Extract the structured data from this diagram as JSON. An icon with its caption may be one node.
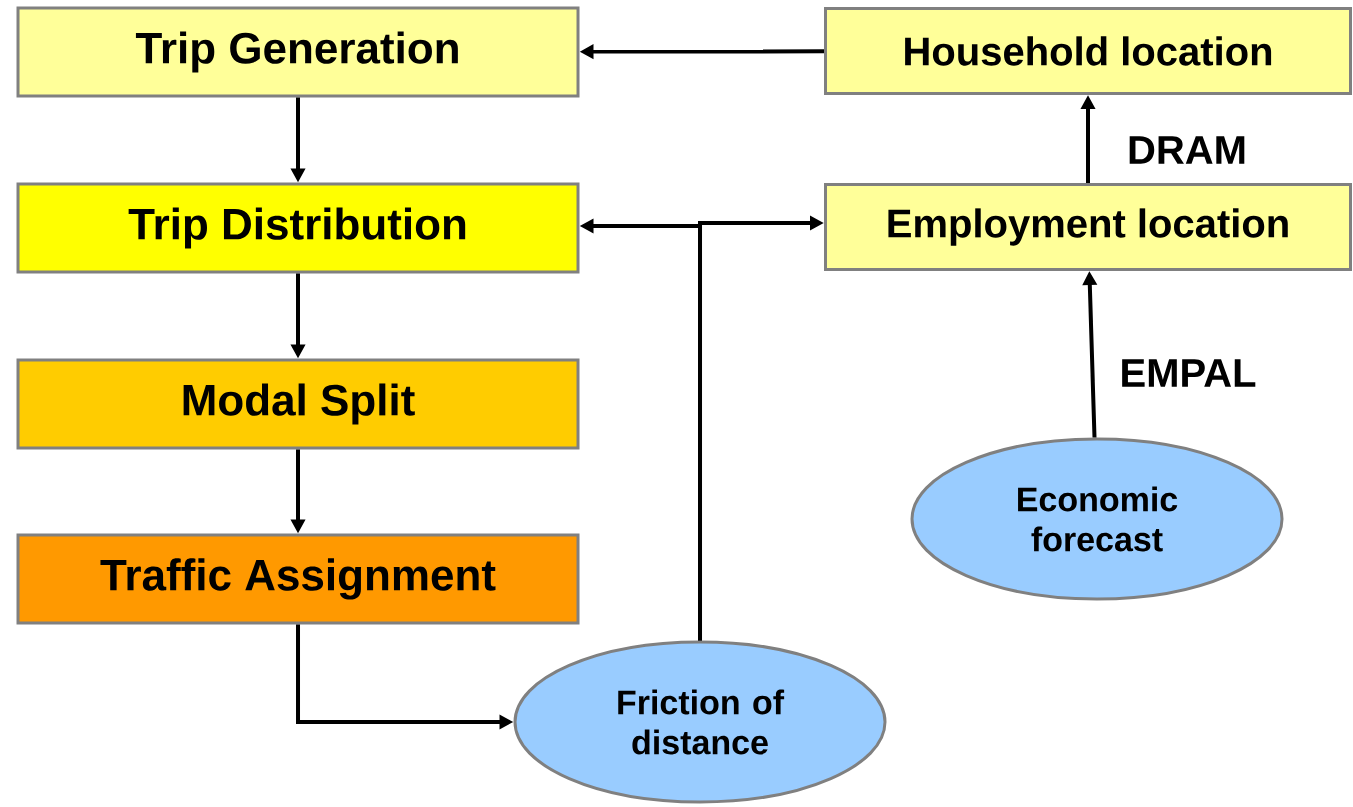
{
  "diagram": {
    "nodes": [
      {
        "text": [
          "Trip Generation"
        ]
      },
      {
        "text": [
          "Trip Distribution"
        ]
      },
      {
        "text": [
          "Modal Split"
        ]
      },
      {
        "text": [
          "Traffic Assignment"
        ]
      },
      {
        "text": [
          "Household location"
        ]
      },
      {
        "text": [
          "Employment location"
        ]
      },
      {
        "text": [
          "Economic forecast"
        ]
      },
      {
        "text": [
          "Friction of distance"
        ]
      }
    ],
    "edges": [
      {
        "from": 0,
        "to": 1,
        "arrow": "to"
      },
      {
        "from": 1,
        "to": 2,
        "arrow": "to"
      },
      {
        "from": 2,
        "to": 3,
        "arrow": "to"
      },
      {
        "from": 3,
        "to": 7,
        "arrow": "to"
      },
      {
        "from": 4,
        "to": 0,
        "arrow": "to"
      },
      {
        "from": 5,
        "to": 4,
        "arrow": "to",
        "label": "DRAM"
      },
      {
        "from": 6,
        "to": 5,
        "arrow": "to",
        "label": "EMPAL"
      },
      {
        "from": 7,
        "to": 1,
        "arrow": "to"
      },
      {
        "from": 7,
        "to": 5,
        "arrow": "to"
      }
    ]
  }
}
